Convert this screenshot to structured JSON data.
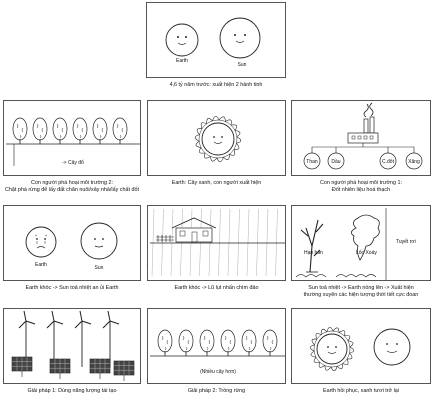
{
  "panels": {
    "p1": {
      "caption": "4,6 tỷ năm trước: xuất hiện 2 hành tinh",
      "earth": "Earth",
      "sun": "Sun"
    },
    "p2": {
      "caption_l1": "Con người phá hoại môi trường 2:",
      "caption_l2": "Chặt phá rừng để lấy đất chăn nuôi/xây nhà/lấy chất đốt",
      "arrow": "-> Cây đổ"
    },
    "p3": {
      "caption": "Earth: Cây xanh, con người xuất hiện"
    },
    "p4": {
      "caption_l1": "Con người phá hoại môi trường 1:",
      "caption_l2": "Đốt nhiên liệu hoá thạch",
      "fuels": [
        "Than",
        "Dầu",
        "C.đốt",
        "Xăng"
      ]
    },
    "p5": {
      "caption": "Earth khóc -> Sun toả nhiệt an ủi Earth",
      "earth": "Earth",
      "sun": "Sun"
    },
    "p6": {
      "caption": "Earth khóc -> Lũ lụt nhấn chìm đảo"
    },
    "p7": {
      "caption_l1": "Sun toả nhiệt -> Earth nóng lên -> Xuất hiện",
      "caption_l2": "thường xuyên các hiện tượng thời tiết cực đoan",
      "drought": "Hạn hán",
      "tornado": "Lốc Xoáy",
      "snow": "Tuyết rơi"
    },
    "p8": {
      "caption": "Giải pháp 1: Dùng năng lượng tái tạo"
    },
    "p9": {
      "caption": "Giải pháp 2: Trồng rừng",
      "note": "(Nhiều cây hơn)"
    },
    "p10": {
      "caption": "Earth hồi phục, xanh tươi trở lại"
    }
  }
}
